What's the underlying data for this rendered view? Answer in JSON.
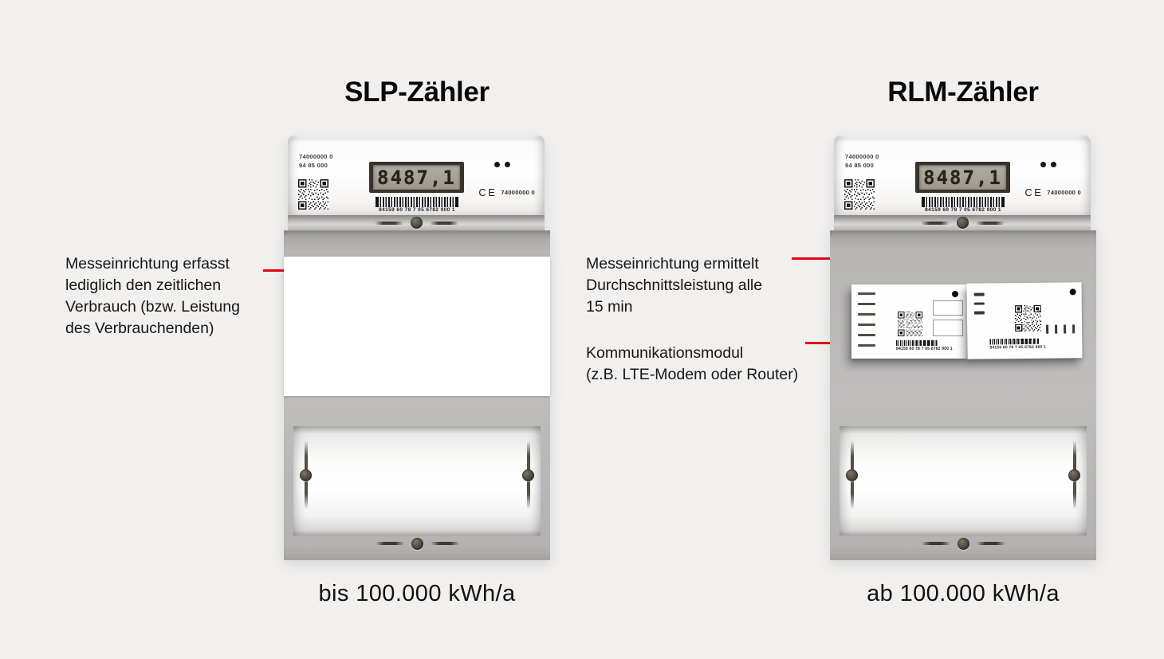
{
  "colors": {
    "background": "#f1f0ef",
    "accent_red": "#e30613",
    "meter_body_gray": "#bebdbc",
    "lcd_bezel": "#39332b"
  },
  "left_column": {
    "title": "SLP-Zähler",
    "caption": "bis 100.000 kWh/a",
    "annotation": "Messeinrichtung erfasst\nlediglich den zeitlichen\nVerbrauch (bzw. Leistung\ndes Verbrauchenden)"
  },
  "right_column": {
    "title": "RLM-Zähler",
    "caption": "ab 100.000 kWh/a",
    "annotation_measurement": "Messeinrichtung ermittelt\nDurchschnittsleistung alle\n15 min",
    "annotation_module": "Kommunikationsmodul\n(z.B. LTE-Modem oder Router)"
  },
  "meter": {
    "serial_top": "74000000 0",
    "serial_bottom": "94 85 000",
    "display_value": "8487,1",
    "barcode_number": "84159 60 78 7 05 6782 900 1",
    "ce_mark": "CE",
    "ce_number": "74000000 0",
    "module_barcode_number": "84159 60 78 7 05 6782 900 1"
  }
}
